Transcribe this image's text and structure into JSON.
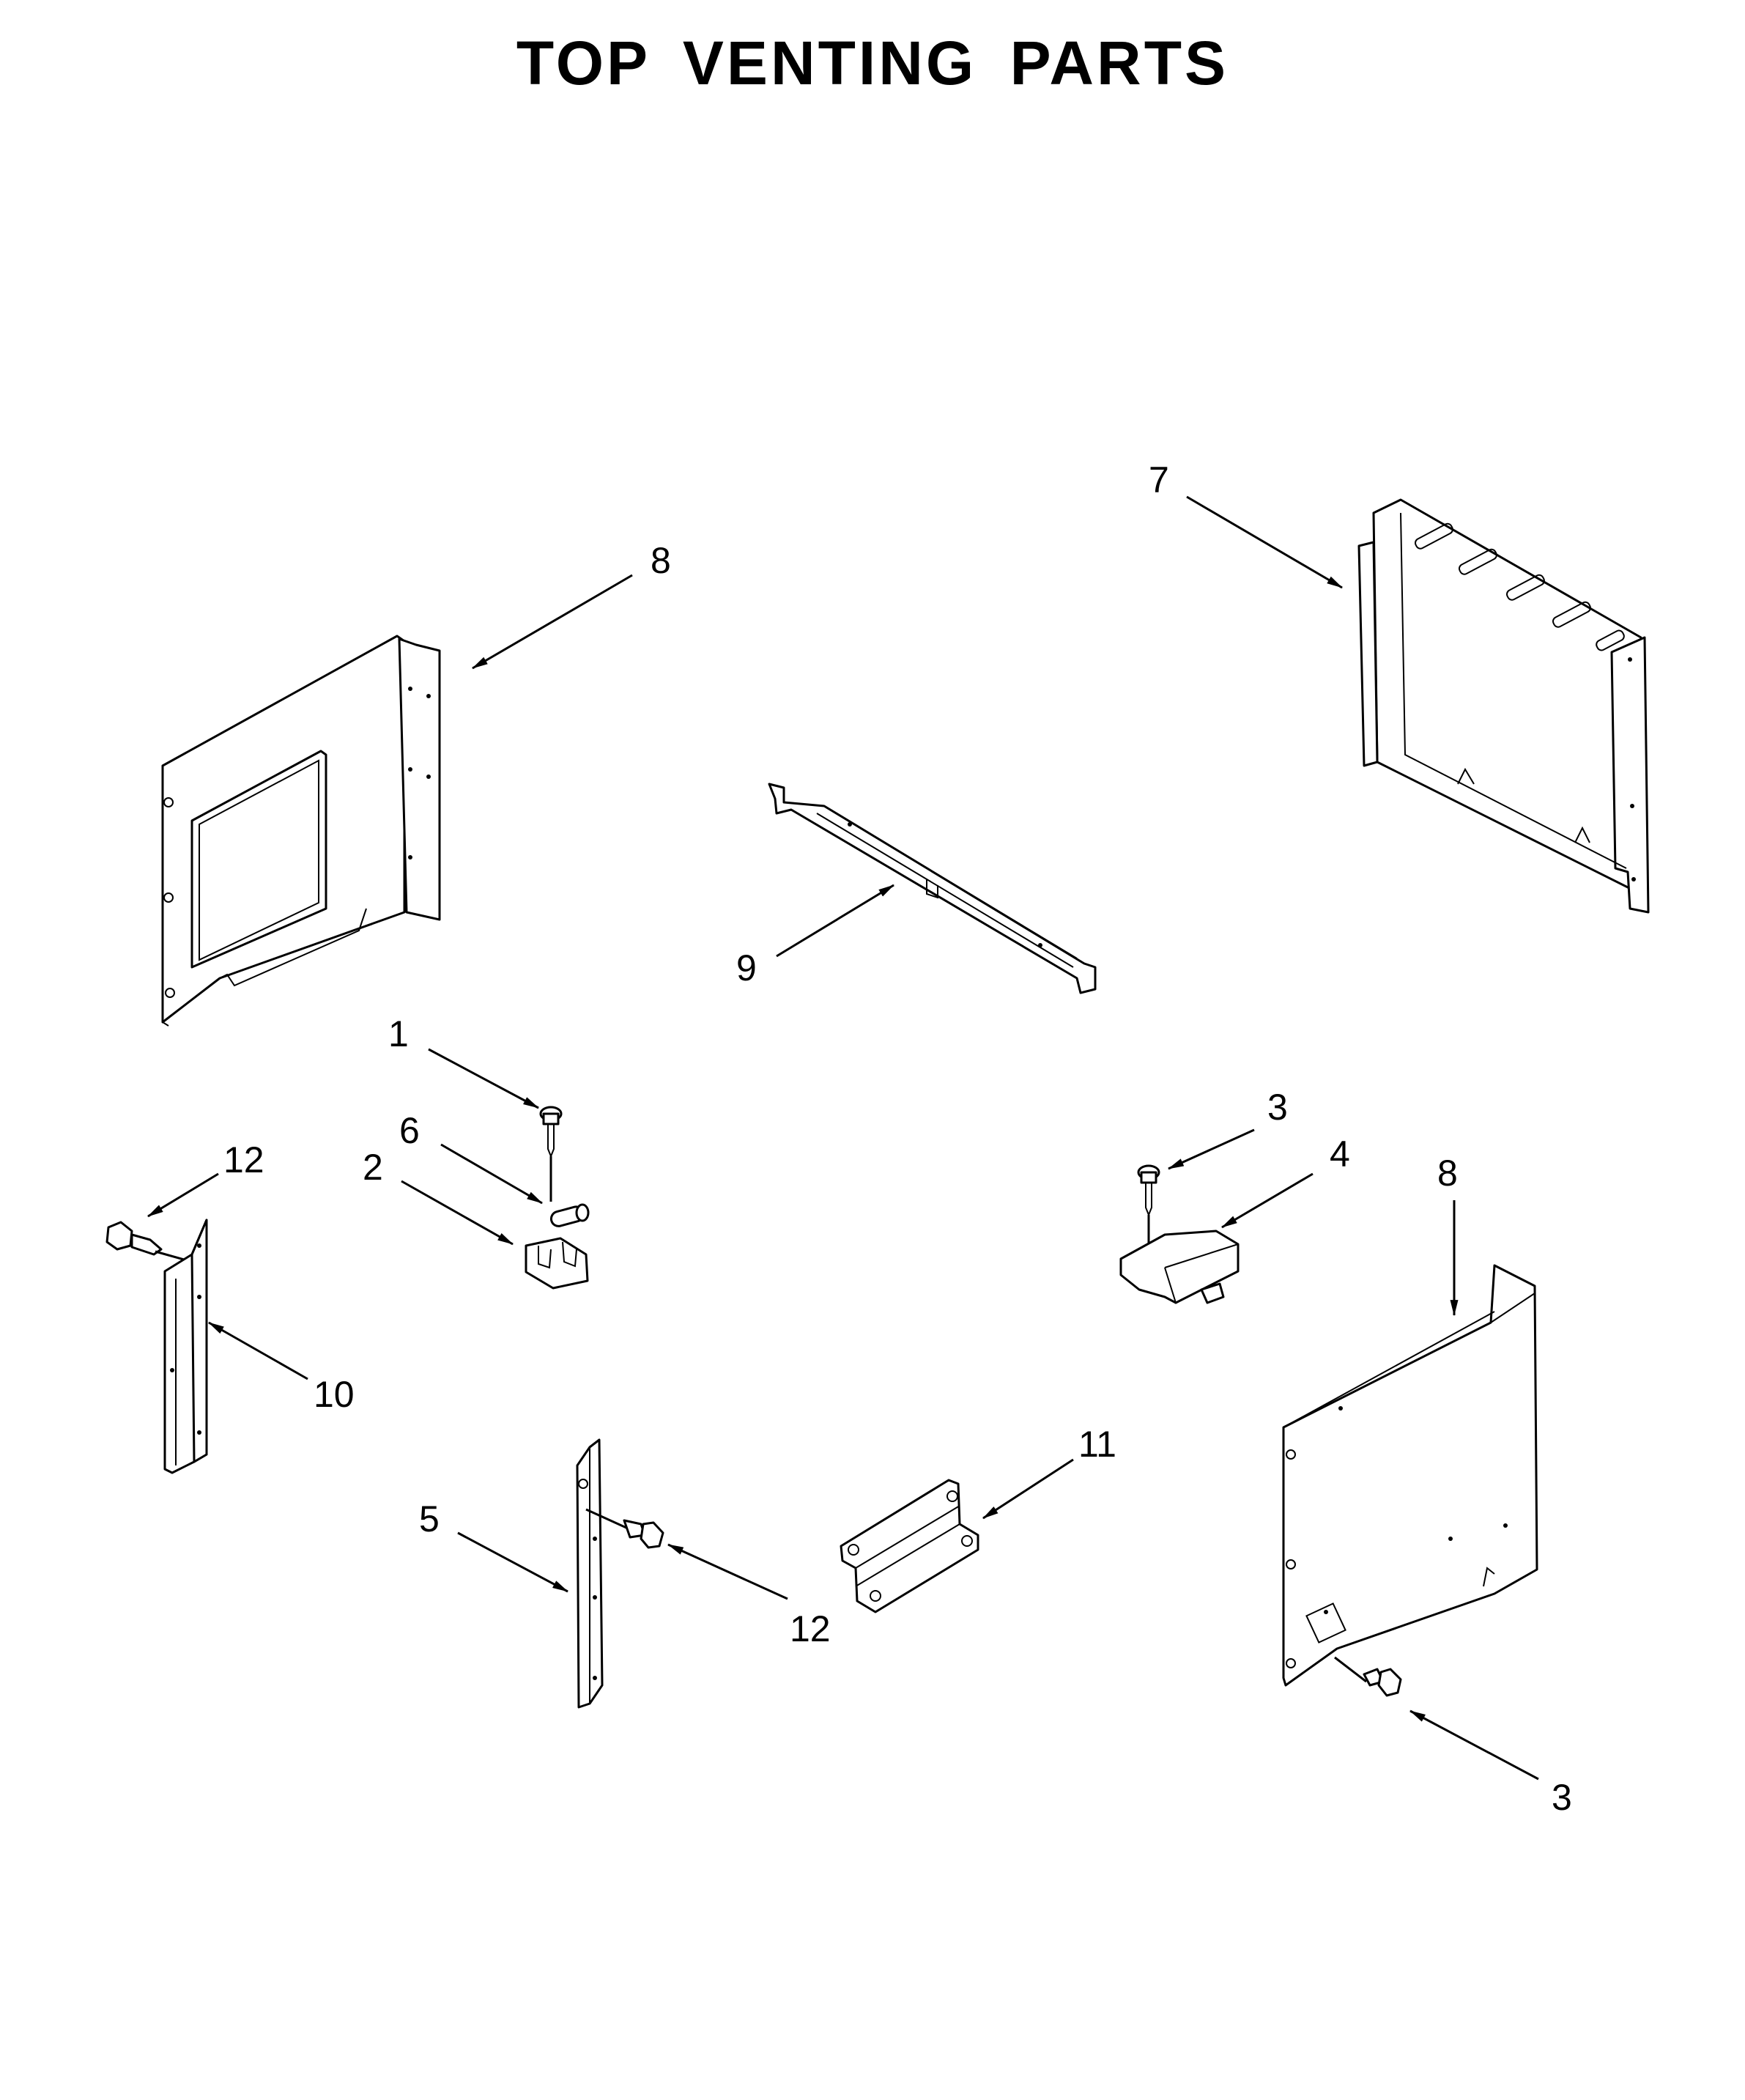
{
  "title": "TOP VENTING PARTS",
  "colors": {
    "background": "#ffffff",
    "line": "#000000"
  },
  "callouts": [
    {
      "id": "c8a",
      "label": "8",
      "part": "side-panel-left"
    },
    {
      "id": "c7",
      "label": "7",
      "part": "side-panel-right-top"
    },
    {
      "id": "c9",
      "label": "9",
      "part": "vent-rail"
    },
    {
      "id": "c1",
      "label": "1",
      "part": "screw-upper-left"
    },
    {
      "id": "c6",
      "label": "6",
      "part": "thermal-fuse"
    },
    {
      "id": "c2",
      "label": "2",
      "part": "fuse-holder"
    },
    {
      "id": "c12a",
      "label": "12",
      "part": "screw-left-channel"
    },
    {
      "id": "c10",
      "label": "10",
      "part": "channel-left"
    },
    {
      "id": "c5",
      "label": "5",
      "part": "channel-center"
    },
    {
      "id": "c12b",
      "label": "12",
      "part": "screw-center-channel"
    },
    {
      "id": "c11",
      "label": "11",
      "part": "bracket"
    },
    {
      "id": "c3a",
      "label": "3",
      "part": "screw-upper-right"
    },
    {
      "id": "c4",
      "label": "4",
      "part": "switch-box"
    },
    {
      "id": "c8b",
      "label": "8",
      "part": "side-panel-right-bottom"
    },
    {
      "id": "c3b",
      "label": "3",
      "part": "screw-lower-right"
    }
  ]
}
